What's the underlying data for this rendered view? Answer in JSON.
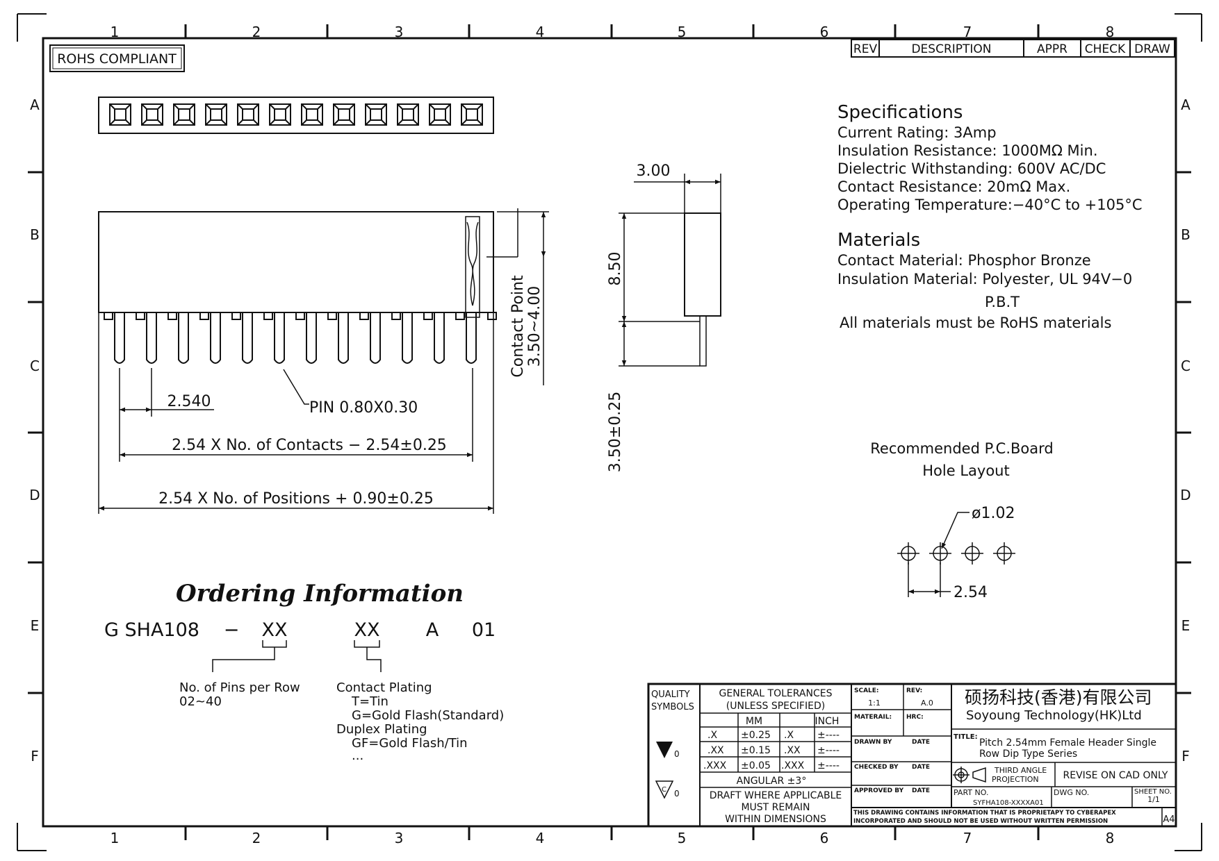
{
  "border": {
    "top_cols": [
      "1",
      "2",
      "3",
      "4",
      "5",
      "6",
      "7",
      "8"
    ],
    "bottom_cols": [
      "1",
      "2",
      "3",
      "4",
      "5",
      "6",
      "7",
      "8"
    ],
    "left_rows": [
      "A",
      "B",
      "C",
      "D",
      "E",
      "F"
    ],
    "right_rows": [
      "A",
      "B",
      "C",
      "D",
      "E",
      "F"
    ]
  },
  "rohs": "ROHS COMPLIANT",
  "revision_header": {
    "rev": "REV",
    "description": "DESCRIPTION",
    "appr": "APPR",
    "check": "CHECK",
    "draw": "DRAW"
  },
  "specifications": {
    "heading": "Specifications",
    "lines": [
      "Current Rating:  3Amp",
      "Insulation Resistance: 1000MΩ Min.",
      "Dielectric Withstanding:  600V AC/DC",
      "Contact Resistance:  20mΩ Max.",
      "Operating Temperature:−40°C to +105°C"
    ]
  },
  "materials": {
    "heading": "Materials",
    "lines": [
      "Contact Material: Phosphor Bronze",
      "Insulation Material: Polyester, UL 94V−0",
      "P.B.T",
      "All materials must be RoHS materials"
    ]
  },
  "front_view": {
    "pitch_dim": "2.540",
    "pin_note": "PIN 0.80X0.30",
    "contacts_dim": "2.54 X No. of Contacts − 2.54±0.25",
    "positions_dim": "2.54 X No. of Positions + 0.90±0.25",
    "contact_point_label": "Contact Point",
    "contact_point_dim": "3.50~4.00"
  },
  "side_view": {
    "width_dim": "3.00",
    "height_dim": "8.50",
    "tail_dim": "3.50±0.25"
  },
  "pcb_layout": {
    "title_line1": "Recommended P.C.Board",
    "title_line2": "Hole Layout",
    "hole_dim": "ø1.02",
    "pitch_dim": "2.54"
  },
  "ordering": {
    "title": "Ordering Information",
    "code_parts": [
      "G SHA108",
      "−",
      "XX",
      "XX",
      "A",
      "01"
    ],
    "pins_label": "No. of Pins per Row",
    "pins_range": "02~40",
    "plating_title": "Contact Plating",
    "plating_options": [
      "T=Tin",
      "G=Gold Flash(Standard)"
    ],
    "duplex_title": "Duplex Plating",
    "duplex_options": [
      "GF=Gold Flash/Tin",
      "..."
    ]
  },
  "title_block": {
    "quality": [
      "QUALITY",
      "SYMBOLS"
    ],
    "sym1_suffix": "0",
    "sym2_suffix": "0",
    "tolerances_title": [
      "GENERAL TOLERANCES",
      "(UNLESS SPECIFIED)"
    ],
    "mm": "MM",
    "inch": "INCH",
    "rows": [
      {
        "d": ".X",
        "mm": "±0.25",
        "d2": ".X",
        "inch": "±----"
      },
      {
        "d": ".XX",
        "mm": "±0.15",
        "d2": ".XX",
        "inch": "±----"
      },
      {
        "d": ".XXX",
        "mm": "±0.05",
        "d2": ".XXX",
        "inch": "±----"
      }
    ],
    "angular": "ANGULAR ±3°",
    "draft_note": [
      "DRAFT WHERE APPLICABLE",
      "MUST REMAIN",
      "WITHIN DIMENSIONS"
    ],
    "scale_label": "SCALE:",
    "scale_value": "1:1",
    "rev_label": "REV:",
    "rev_value": "A.0",
    "material_label": "MATERAIL:",
    "hrc_label": "HRC:",
    "drawn_by": "DRAWN BY",
    "checked_by": "CHECKED BY",
    "approved_by": "APPROVED BY",
    "date": "DATE",
    "company_cn": "硕扬科技(香港)有限公司",
    "company_en": "Soyoung Technology(HK)Ltd",
    "title_label": "TITLE:",
    "title_lines": [
      "Pitch 2.54mm Female Header Single",
      "Row Dip Type Series"
    ],
    "projection": [
      "THIRD ANGLE",
      "PROJECTION"
    ],
    "revise_note": "REVISE ON CAD ONLY",
    "part_no_label": "PART NO.",
    "part_no": "SYFHA108-XXXXA01",
    "dwg_no_label": "DWG NO.",
    "sheet_label": "SHEET NO.",
    "sheet_value": "1/1",
    "proprietary": [
      "THIS DRAWING CONTAINS INFORMATION THAT IS PROPRIETAPY TO CYBERAPEX",
      "INCORPORATED AND SHOULD NOT BE USED WITHOUT WRITTEN PERMISSION"
    ],
    "paper_size": "A4"
  }
}
